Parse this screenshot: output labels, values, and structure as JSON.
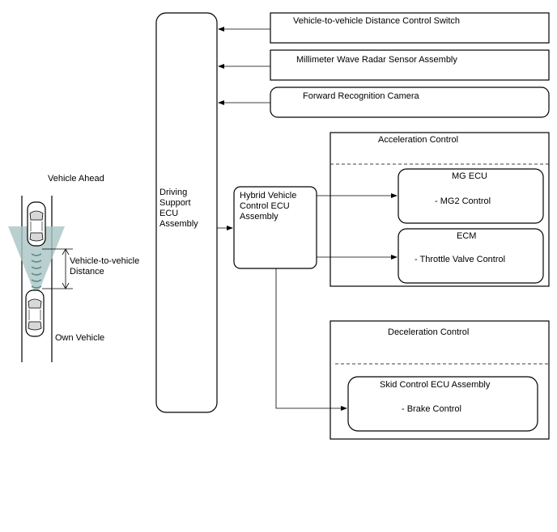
{
  "diagram": {
    "vehicle": {
      "ahead": "Vehicle Ahead",
      "distance": "Vehicle-to-vehicle\nDistance",
      "own": "Own Vehicle"
    },
    "inputs": {
      "switch": "Vehicle-to-vehicle Distance Control Switch",
      "radar": "Millimeter Wave Radar Sensor Assembly",
      "camera": "Forward Recognition Camera"
    },
    "driving_support": "Driving\nSupport\nECU\nAssembly",
    "hybrid": "Hybrid Vehicle\nControl ECU\nAssembly",
    "acceleration": {
      "title": "Acceleration Control",
      "mg_ecu": {
        "title": "MG ECU",
        "item": "- MG2 Control"
      },
      "ecm": {
        "title": "ECM",
        "item": "- Throttle Valve Control"
      }
    },
    "deceleration": {
      "title": "Deceleration Control",
      "skid": {
        "title": "Skid Control ECU Assembly",
        "item": "- Brake Control"
      }
    }
  }
}
